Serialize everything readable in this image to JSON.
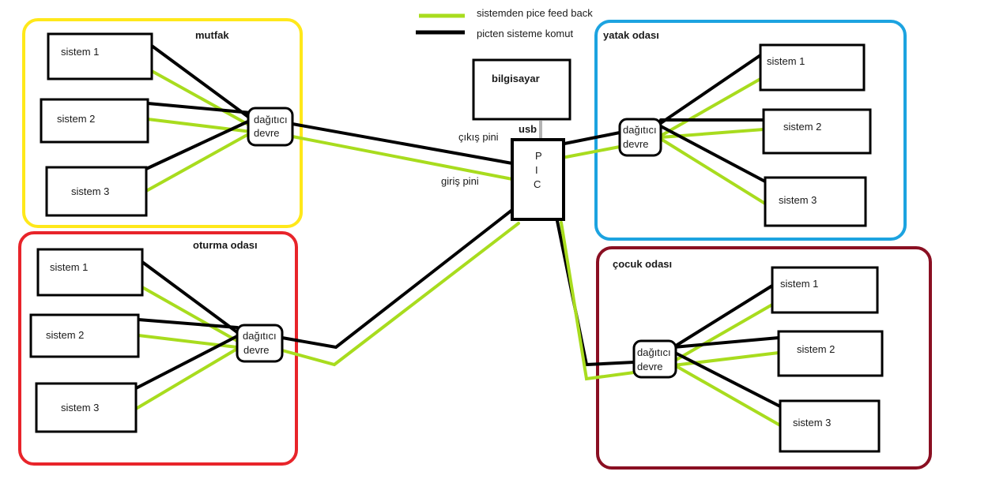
{
  "colors": {
    "feedback_line": "#a8dc1e",
    "command_line": "#000000",
    "mutfak_border": "#ffe81a",
    "oturma_border": "#e8242a",
    "yatak_border": "#1ca3e0",
    "cocuk_border": "#8a0f22",
    "usb_cable": "#b4b4b4"
  },
  "legend": {
    "feedback": "sistemden pice feed back",
    "command": "picten sisteme komut"
  },
  "computer": {
    "label": "bilgisayar",
    "usb": "usb"
  },
  "pic": {
    "letters": [
      "P",
      "I",
      "C"
    ],
    "output_pin": "çıkış pini",
    "input_pin": "giriş pini"
  },
  "rooms": {
    "mutfak": {
      "title": "mutfak",
      "distributor": [
        "dağıtıcı",
        "devre"
      ],
      "systems": [
        "sistem 1",
        "sistem 2",
        "sistem 3"
      ]
    },
    "oturma": {
      "title": "oturma odası",
      "distributor": [
        "dağıtıcı",
        "devre"
      ],
      "systems": [
        "sistem 1",
        "sistem 2",
        "sistem 3"
      ]
    },
    "yatak": {
      "title": "yatak odası",
      "distributor": [
        "dağıtıcı",
        "devre"
      ],
      "systems": [
        "sistem 1",
        "sistem 2",
        "sistem 3"
      ]
    },
    "cocuk": {
      "title": "çocuk odası",
      "distributor": [
        "dağıtıcı",
        "devre"
      ],
      "systems": [
        "sistem 1",
        "sistem 2",
        "sistem 3"
      ]
    }
  }
}
